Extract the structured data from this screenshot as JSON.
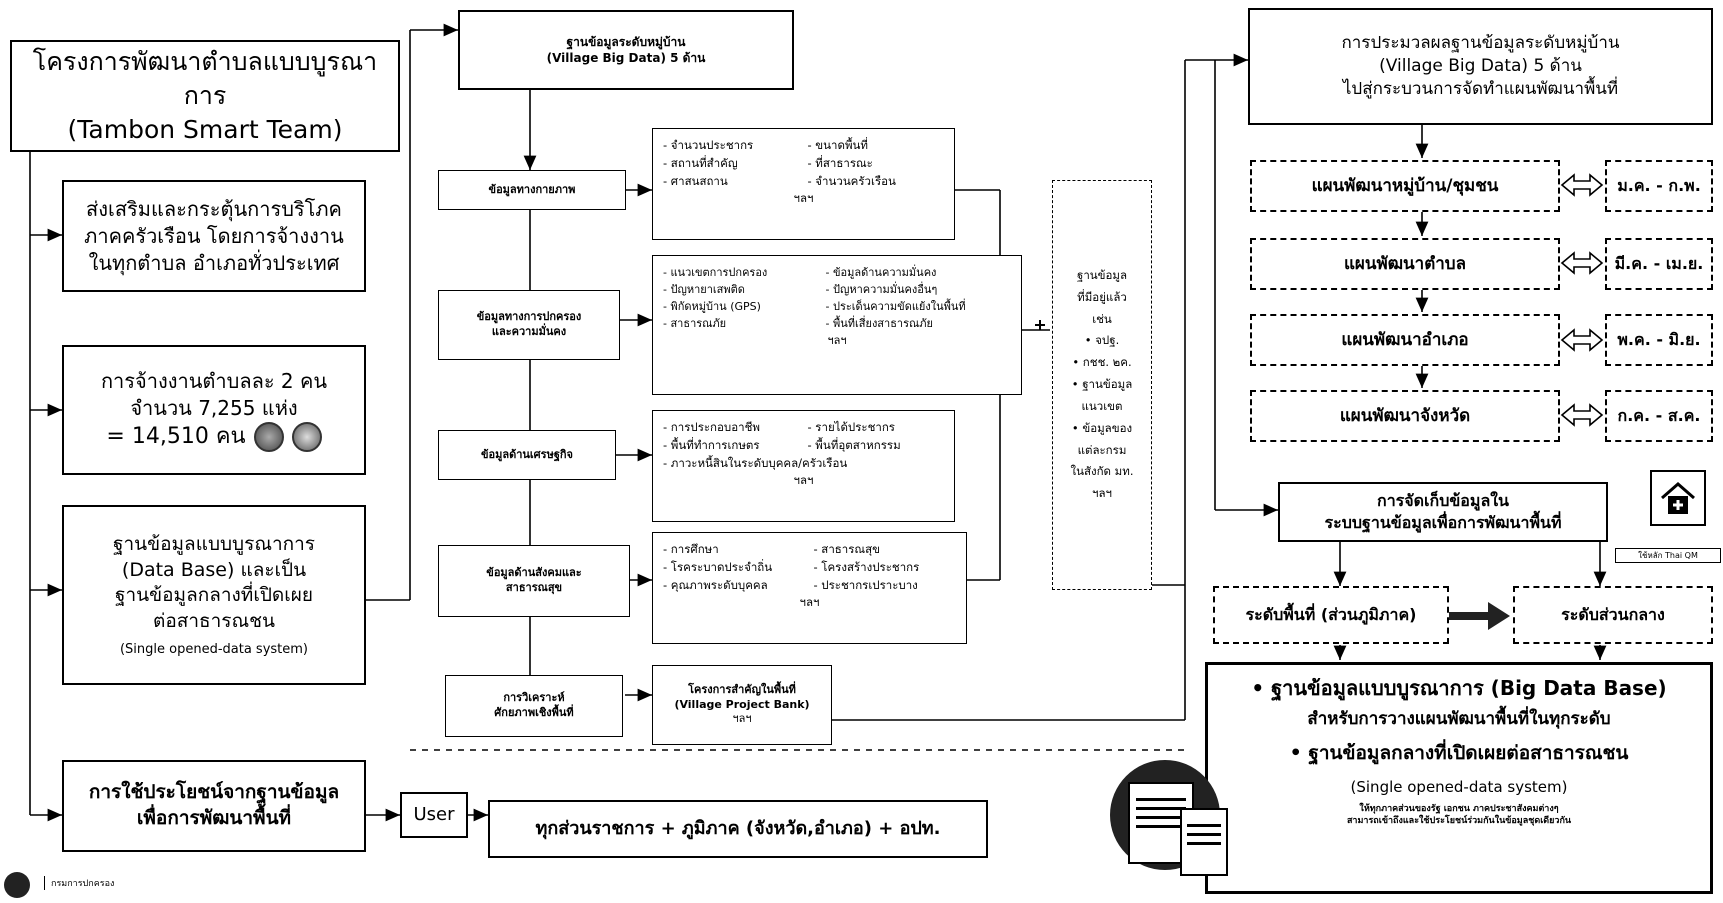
{
  "left": {
    "project_title_th": "โครงการพัฒนาตำบลแบบบูรณาการ",
    "project_title_en": "(Tambon Smart Team)",
    "promote": [
      "ส่งเสริมและกระตุ้นการบริโภค",
      "ภาคครัวเรือน โดยการจ้างงาน",
      "ในทุกตำบล อำเภอทั่วประเทศ"
    ],
    "hire": [
      "การจ้างงานตำบลละ 2 คน",
      "จำนวน 7,255 แห่ง",
      "= 14,510 คน"
    ],
    "database": [
      "ฐานข้อมูลแบบบูรณาการ",
      "(Data Base) และเป็น",
      "ฐานข้อมูลกลางที่เปิดเผย",
      "ต่อสาธารณชน"
    ],
    "database_en": "(Single opened-data system)",
    "use": [
      "การใช้ประโยชน์จากฐานข้อมูล",
      "เพื่อการพัฒนาพื้นที่"
    ],
    "footer_org": "กรมการปกครอง"
  },
  "middle": {
    "village_big_data": [
      "ฐานข้อมูลระดับหมู่บ้าน",
      "(Village Big Data) 5 ด้าน"
    ],
    "cat_physical": "ข้อมูลทางกายภาพ",
    "cat_governance": [
      "ข้อมูลทางการปกครอง",
      "และความมั่นคง"
    ],
    "cat_economy": "ข้อมูลด้านเศรษฐกิจ",
    "cat_social": [
      "ข้อมูลด้านสังคมและ",
      "สาธารณสุข"
    ],
    "cat_analysis": [
      "การวิเคราะห์",
      "ศักยภาพเชิงพื้นที่"
    ],
    "physical_items": [
      "- จำนวนประชากร",
      "- ขนาดพื้นที่",
      "- สถานที่สำคัญ",
      "- ที่สาธารณะ",
      "- ศาสนสถาน",
      "- จำนวนครัวเรือน"
    ],
    "governance_items": [
      "- แนวเขตการปกครอง",
      "- ข้อมูลด้านความมั่นคง",
      "- ปัญหายาเสพติด",
      "- ปัญหาความมั่นคงอื่นๆ",
      "- พิกัดหมู่บ้าน (GPS)",
      "- ประเด็นความขัดแย้งในพื้นที่",
      "- สาธารณภัย",
      "- พื้นที่เสี่ยงสาธารณภัย"
    ],
    "economy_items": [
      "- การประกอบอาชีพ",
      "- รายได้ประชากร",
      "- พื้นที่ทำการเกษตร",
      "- พื้นที่อุตสาหกรรม"
    ],
    "economy_extra": "- ภาวะหนี้สินในระดับบุคคล/ครัวเรือน",
    "social_items": [
      "- การศึกษา",
      "- สาธารณสุข",
      "- โรคระบาดประจำถิ่น",
      "- โครงสร้างประชากร",
      "- คุณภาพระดับบุคคล",
      "- ประชากรเปราะบาง"
    ],
    "project_bank": [
      "โครงการสำคัญในพื้นที่",
      "(Village Project Bank)"
    ],
    "etc": "ฯลฯ",
    "existing_db": [
      "ฐานข้อมูล",
      "ที่มีอยู่แล้ว",
      "เช่น",
      "• จปฐ.",
      "• กชช. ๒ค.",
      "• ฐานข้อมูล",
      "แนวเขต",
      "• ข้อมูลของ",
      "แต่ละกรม",
      "ในสังกัด มท.",
      "ฯลฯ"
    ],
    "user": "User",
    "all_agencies": "ทุกส่วนราชการ + ภูมิภาค (จังหวัด,อำเภอ) + อปท."
  },
  "right": {
    "processing": [
      "การประมวลผลฐานข้อมูลระดับหมู่บ้าน",
      "(Village Big Data) 5 ด้าน",
      "ไปสู่กระบวนการจัดทำแผนพัฒนาพื้นที่"
    ],
    "plans": [
      {
        "name": "แผนพัฒนาหมู่บ้าน/ชุมชน",
        "period": "ม.ค. - ก.พ."
      },
      {
        "name": "แผนพัฒนาตำบล",
        "period": "มี.ค. - เม.ย."
      },
      {
        "name": "แผนพัฒนาอำเภอ",
        "period": "พ.ค. - มิ.ย."
      },
      {
        "name": "แผนพัฒนาจังหวัด",
        "period": "ก.ค. - ส.ค."
      }
    ],
    "storage": [
      "การจัดเก็บข้อมูลใน",
      "ระบบฐานข้อมูลเพื่อการพัฒนาพื้นที่"
    ],
    "thai_qm_caption": "ใช้หลัก Thai QM",
    "area_level": "ระดับพื้นที่ (ส่วนภูมิภาค)",
    "central_level": "ระดับส่วนกลาง",
    "bigdata_line1": "• ฐานข้อมูลแบบบูรณาการ (Big Data Base)",
    "bigdata_line2": "สำหรับการวางแผนพัฒนาพื้นที่ในทุกระดับ",
    "bigdata_line3": "• ฐานข้อมูลกลางที่เปิดเผยต่อสาธารณชน",
    "bigdata_line4": "(Single opened-data system)",
    "bigdata_note1": "ให้ทุกภาคส่วนของรัฐ เอกชน ภาคประชาสังคมต่างๆ",
    "bigdata_note2": "สามารถเข้าถึงและใช้ประโยชน์ร่วมกันในข้อมูลชุดเดียวกัน"
  }
}
